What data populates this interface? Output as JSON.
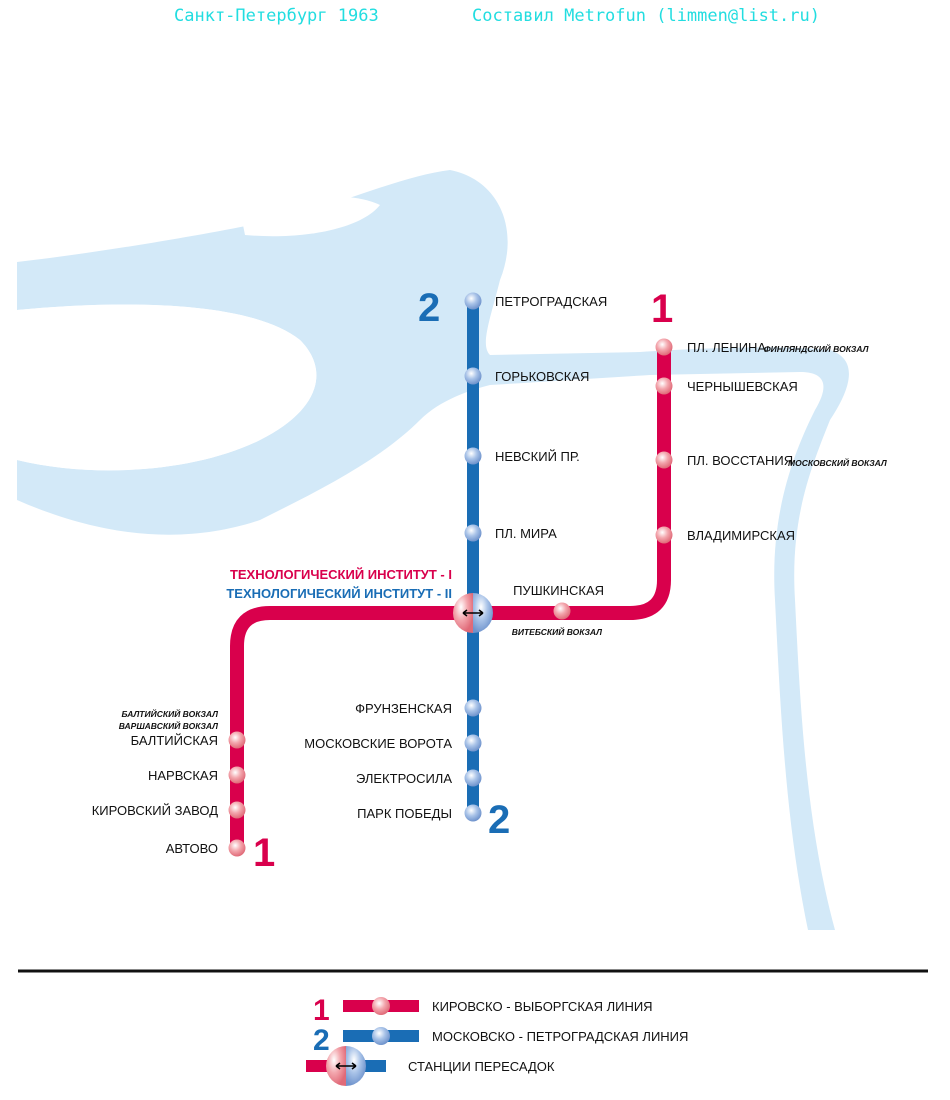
{
  "header": {
    "left": "Санкт-Петербург 1963",
    "right": "Составил Metrofun (limmen@list.ru)"
  },
  "colors": {
    "line1": "#d9004c",
    "line2": "#1a6db5",
    "water": "#d3e9f8",
    "title": "#22dde0"
  },
  "lines": [
    {
      "number": "1",
      "name": "КИРОВСКО - ВЫБОРГСКАЯ ЛИНИЯ"
    },
    {
      "number": "2",
      "name": "МОСКОВСКО - ПЕТРОГРАДСКАЯ ЛИНИЯ"
    }
  ],
  "line2_stations": [
    "ПЕТРОГРАДСКАЯ",
    "ГОРЬКОВСКАЯ",
    "НЕВСКИЙ ПР.",
    "ПЛ. МИРА",
    "ФРУНЗЕНСКАЯ",
    "МОСКОВСКИЕ ВОРОТА",
    "ЭЛЕКТРОСИЛА",
    "ПАРК ПОБЕДЫ"
  ],
  "line1_stations": [
    "ПЛ. ЛЕНИНА",
    "ЧЕРНЫШЕВСКАЯ",
    "ПЛ. ВОССТАНИЯ",
    "ВЛАДИМИРСКАЯ",
    "ПУШКИНСКАЯ",
    "БАЛТИЙСКАЯ",
    "НАРВСКАЯ",
    "КИРОВСКИЙ ЗАВОД",
    "АВТОВО"
  ],
  "transfer": {
    "line1_name": "ТЕХНОЛОГИЧЕСКИЙ ИНСТИТУТ - I",
    "line2_name": "ТЕХНОЛОГИЧЕСКИЙ ИНСТИТУТ - II"
  },
  "railway_stations": {
    "finland": "ФИНЛЯНДСКИЙ ВОКЗАЛ",
    "moscow": "МОСКОВСКИЙ ВОКЗАЛ",
    "vitebsk": "ВИТЕБСКИЙ ВОКЗАЛ",
    "baltic": "БАЛТИЙСКИЙ ВОКЗАЛ",
    "warsaw": "ВАРШАВСКИЙ ВОКЗАЛ"
  },
  "legend": {
    "transfer_label": "СТАНЦИИ ПЕРЕСАДОК"
  }
}
